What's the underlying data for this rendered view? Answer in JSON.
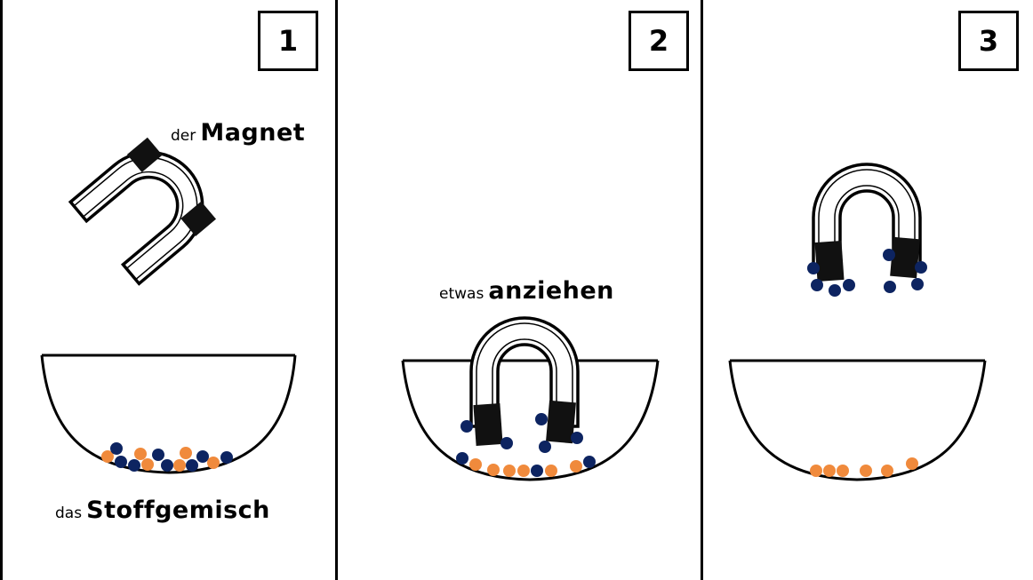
{
  "panels": [
    {
      "number": "1",
      "article_magnet": "der",
      "word_magnet": "Magnet",
      "article_mix": "das",
      "word_mix": "Stoffgemisch"
    },
    {
      "number": "2",
      "article_verb": "etwas",
      "word_verb": "anziehen"
    },
    {
      "number": "3"
    }
  ],
  "colors": {
    "iron_particle": "#0d2461",
    "sulfur_particle": "#f08a3c",
    "outline": "#000000"
  },
  "icons": [
    "horseshoe-magnet-icon",
    "bowl-icon"
  ]
}
